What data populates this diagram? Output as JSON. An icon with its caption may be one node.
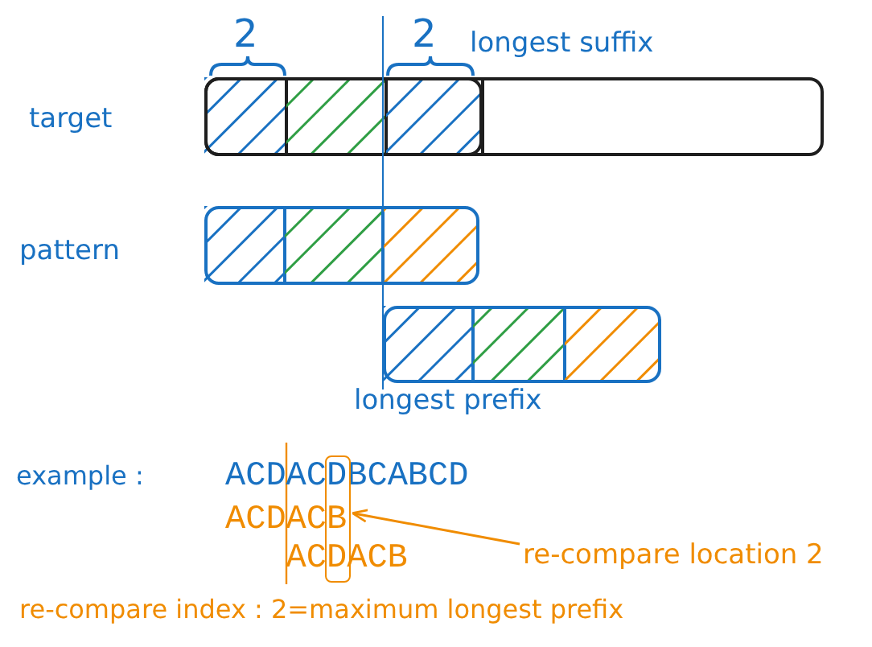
{
  "diagram": {
    "nodes": [
      {
        "text": [
          "re-compare location 2"
        ]
      },
      {
        "text": [],
        "shape": "box"
      }
    ],
    "edges": [
      {
        "from": 0,
        "to": 1,
        "arrow": "to"
      }
    ],
    "labels": [
      "2",
      "2",
      "longest suffix",
      "target",
      "pattern",
      "longest prefix",
      "example :",
      "ACDACDBCABCD",
      "ACDACB",
      "ACDACB",
      "re-compare index : 2=maximum longest prefix"
    ]
  }
}
